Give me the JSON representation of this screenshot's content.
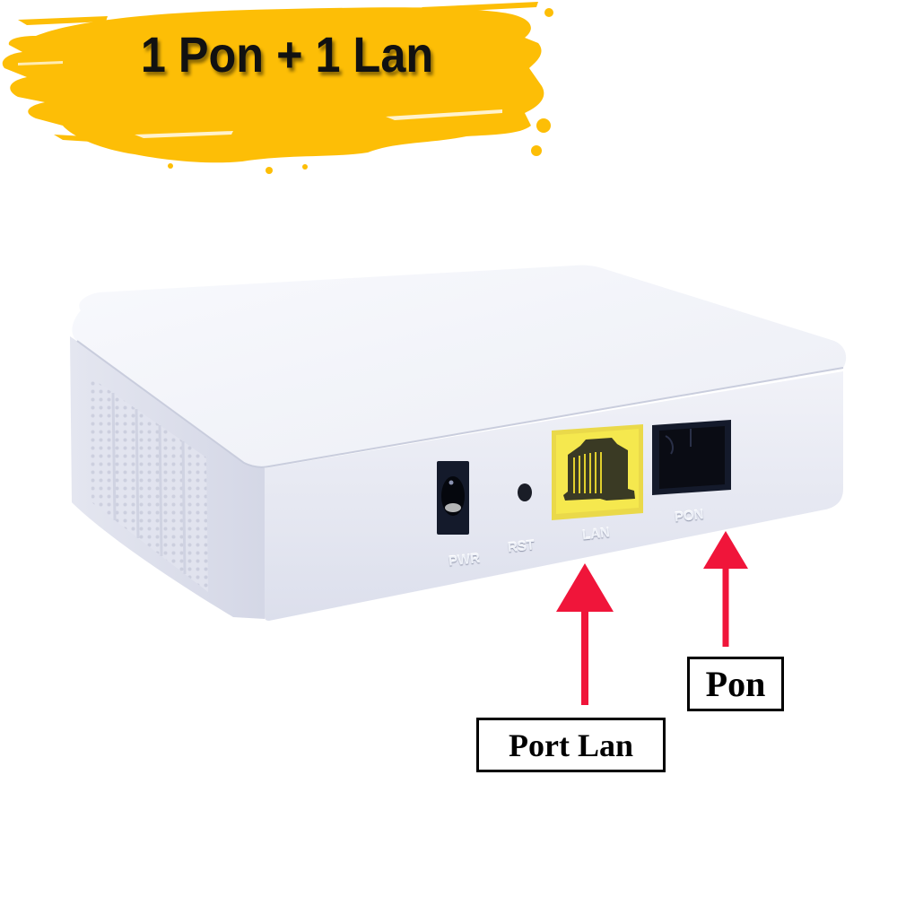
{
  "banner": {
    "title": "1 Pon + 1 Lan",
    "background_color": "#FDBE06",
    "text_color": "#111111"
  },
  "device": {
    "body_color": "#ECEEF6",
    "ports": [
      {
        "id": "pwr",
        "label": "PWR",
        "type": "power-jack"
      },
      {
        "id": "rst",
        "label": "RST",
        "type": "reset-hole"
      },
      {
        "id": "lan",
        "label": "LAN",
        "type": "rj45",
        "color": "#F2E43A"
      },
      {
        "id": "pon",
        "label": "PON",
        "type": "optical-sc"
      }
    ]
  },
  "callouts": {
    "arrow_color": "#F0153A",
    "lan_label": "Port Lan",
    "pon_label": "Pon"
  }
}
